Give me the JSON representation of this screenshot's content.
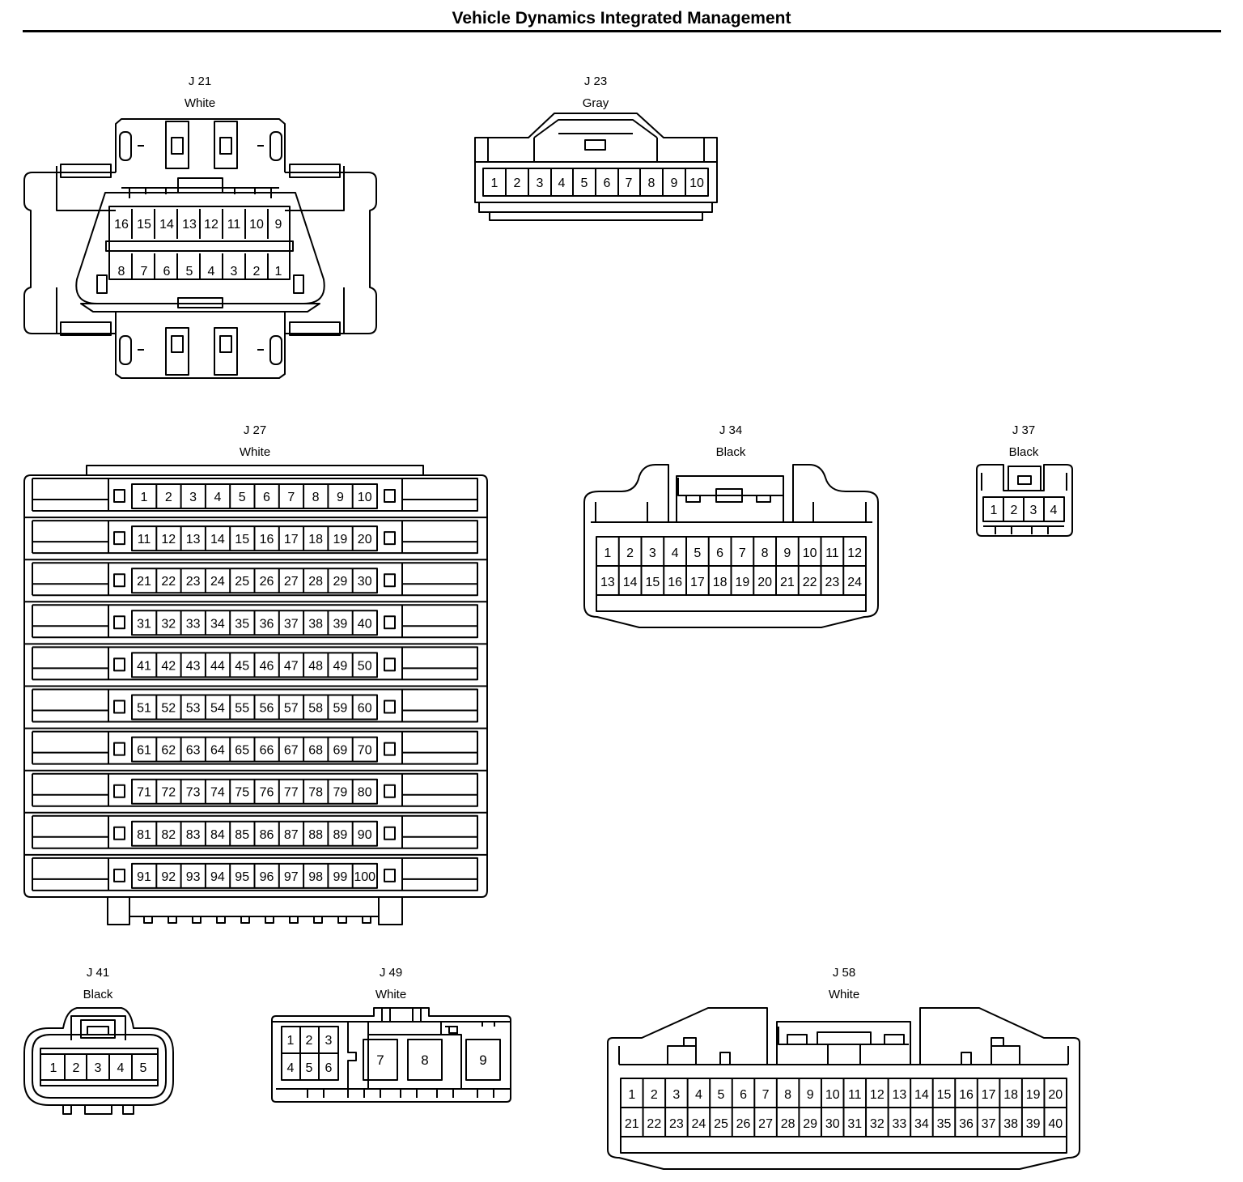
{
  "title": "Vehicle Dynamics Integrated Management",
  "connectors": [
    {
      "id": "J 21",
      "color": "White"
    },
    {
      "id": "J 23",
      "color": "Gray"
    },
    {
      "id": "J 27",
      "color": "White"
    },
    {
      "id": "J 34",
      "color": "Black"
    },
    {
      "id": "J 37",
      "color": "Black"
    },
    {
      "id": "J 41",
      "color": "Black"
    },
    {
      "id": "J 49",
      "color": "White"
    },
    {
      "id": "J 58",
      "color": "White"
    }
  ]
}
